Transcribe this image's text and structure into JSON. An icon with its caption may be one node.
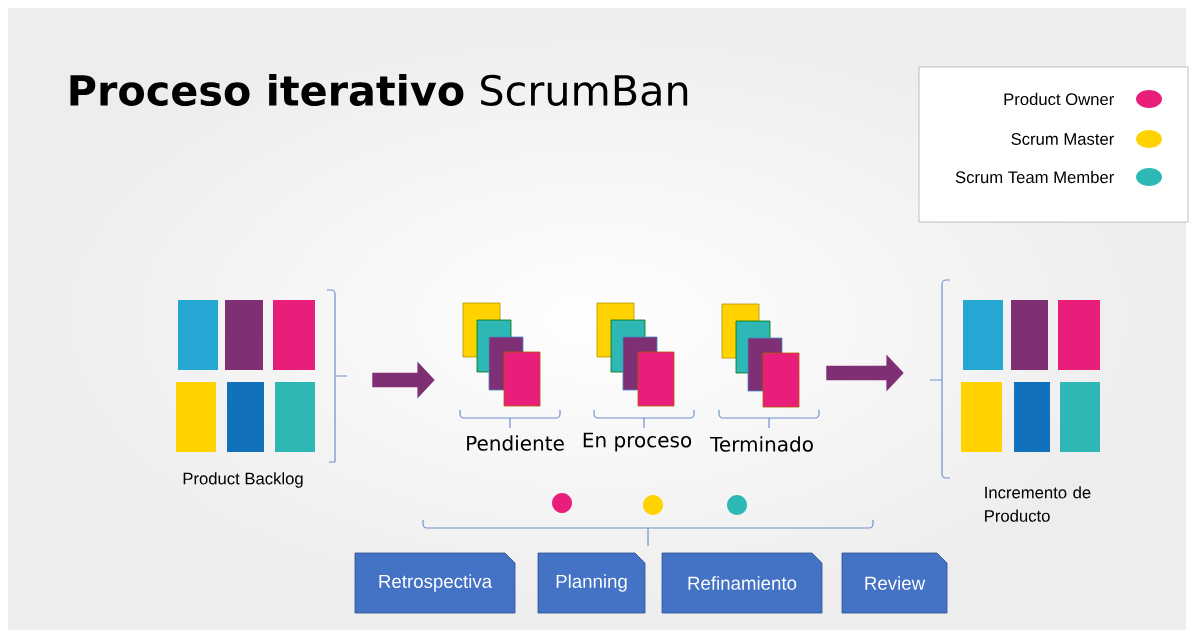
{
  "diagram": {
    "title": "**Proceso iterativo** ScrumBan",
    "nodes": [
      {
        "text": [],
        "shape": "picture",
        "beside": [
          "Product Backlog"
        ]
      },
      {
        "text": [],
        "shape": "picture",
        "beside": [
          "Pendiente"
        ]
      },
      {
        "text": [],
        "shape": "picture",
        "beside": [
          "En proceso"
        ]
      },
      {
        "text": [],
        "shape": "picture",
        "beside": [
          "Terminado"
        ]
      },
      {
        "text": [],
        "shape": "picture",
        "beside": [
          "Incremento de Producto"
        ]
      },
      {
        "text": [
          "Retrospectiva"
        ]
      },
      {
        "text": [
          "Planning"
        ]
      },
      {
        "text": [
          "Refinamiento"
        ]
      },
      {
        "text": [
          "Review"
        ]
      }
    ],
    "edges": [
      {
        "from": 0,
        "to": 1,
        "arrow": "to"
      },
      {
        "from": 3,
        "to": 4,
        "arrow": "to"
      }
    ],
    "legend": [
      {
        "text": "Product Owner",
        "color": "#e91e7a"
      },
      {
        "text": "Scrum Master",
        "color": "#ffd200"
      },
      {
        "text": "Scrum Team Member",
        "color": "#2eb8b5"
      }
    ]
  }
}
